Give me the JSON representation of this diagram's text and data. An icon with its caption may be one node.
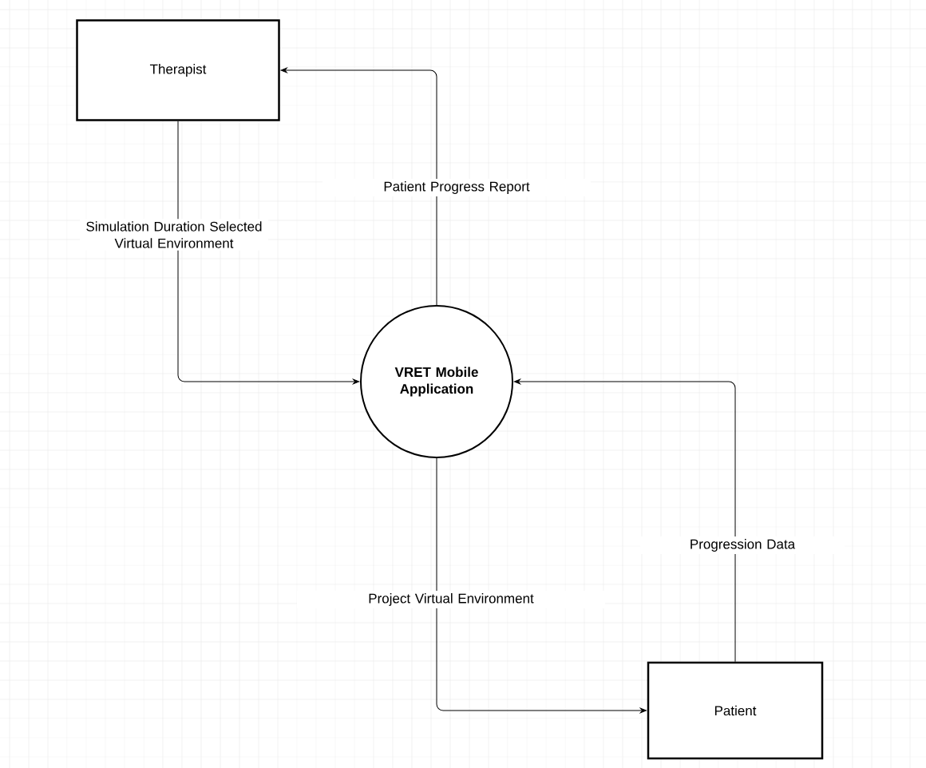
{
  "diagram": {
    "nodes": [
      {
        "text": [
          "Therapist"
        ]
      },
      {
        "text": [
          "**VRET Mobile Application**"
        ]
      },
      {
        "text": [
          "Patient"
        ]
      }
    ],
    "edges": [
      {
        "from": 0,
        "to": 1,
        "arrow": "to",
        "label": "Simulation Duration Selected Virtual Environment"
      },
      {
        "from": 1,
        "to": 0,
        "arrow": "to",
        "label": "Patient Progress Report"
      },
      {
        "from": 1,
        "to": 2,
        "arrow": "to",
        "label": "Project Virtual Environment"
      },
      {
        "from": 2,
        "to": 1,
        "arrow": "to",
        "label": "Progression Data"
      }
    ]
  }
}
